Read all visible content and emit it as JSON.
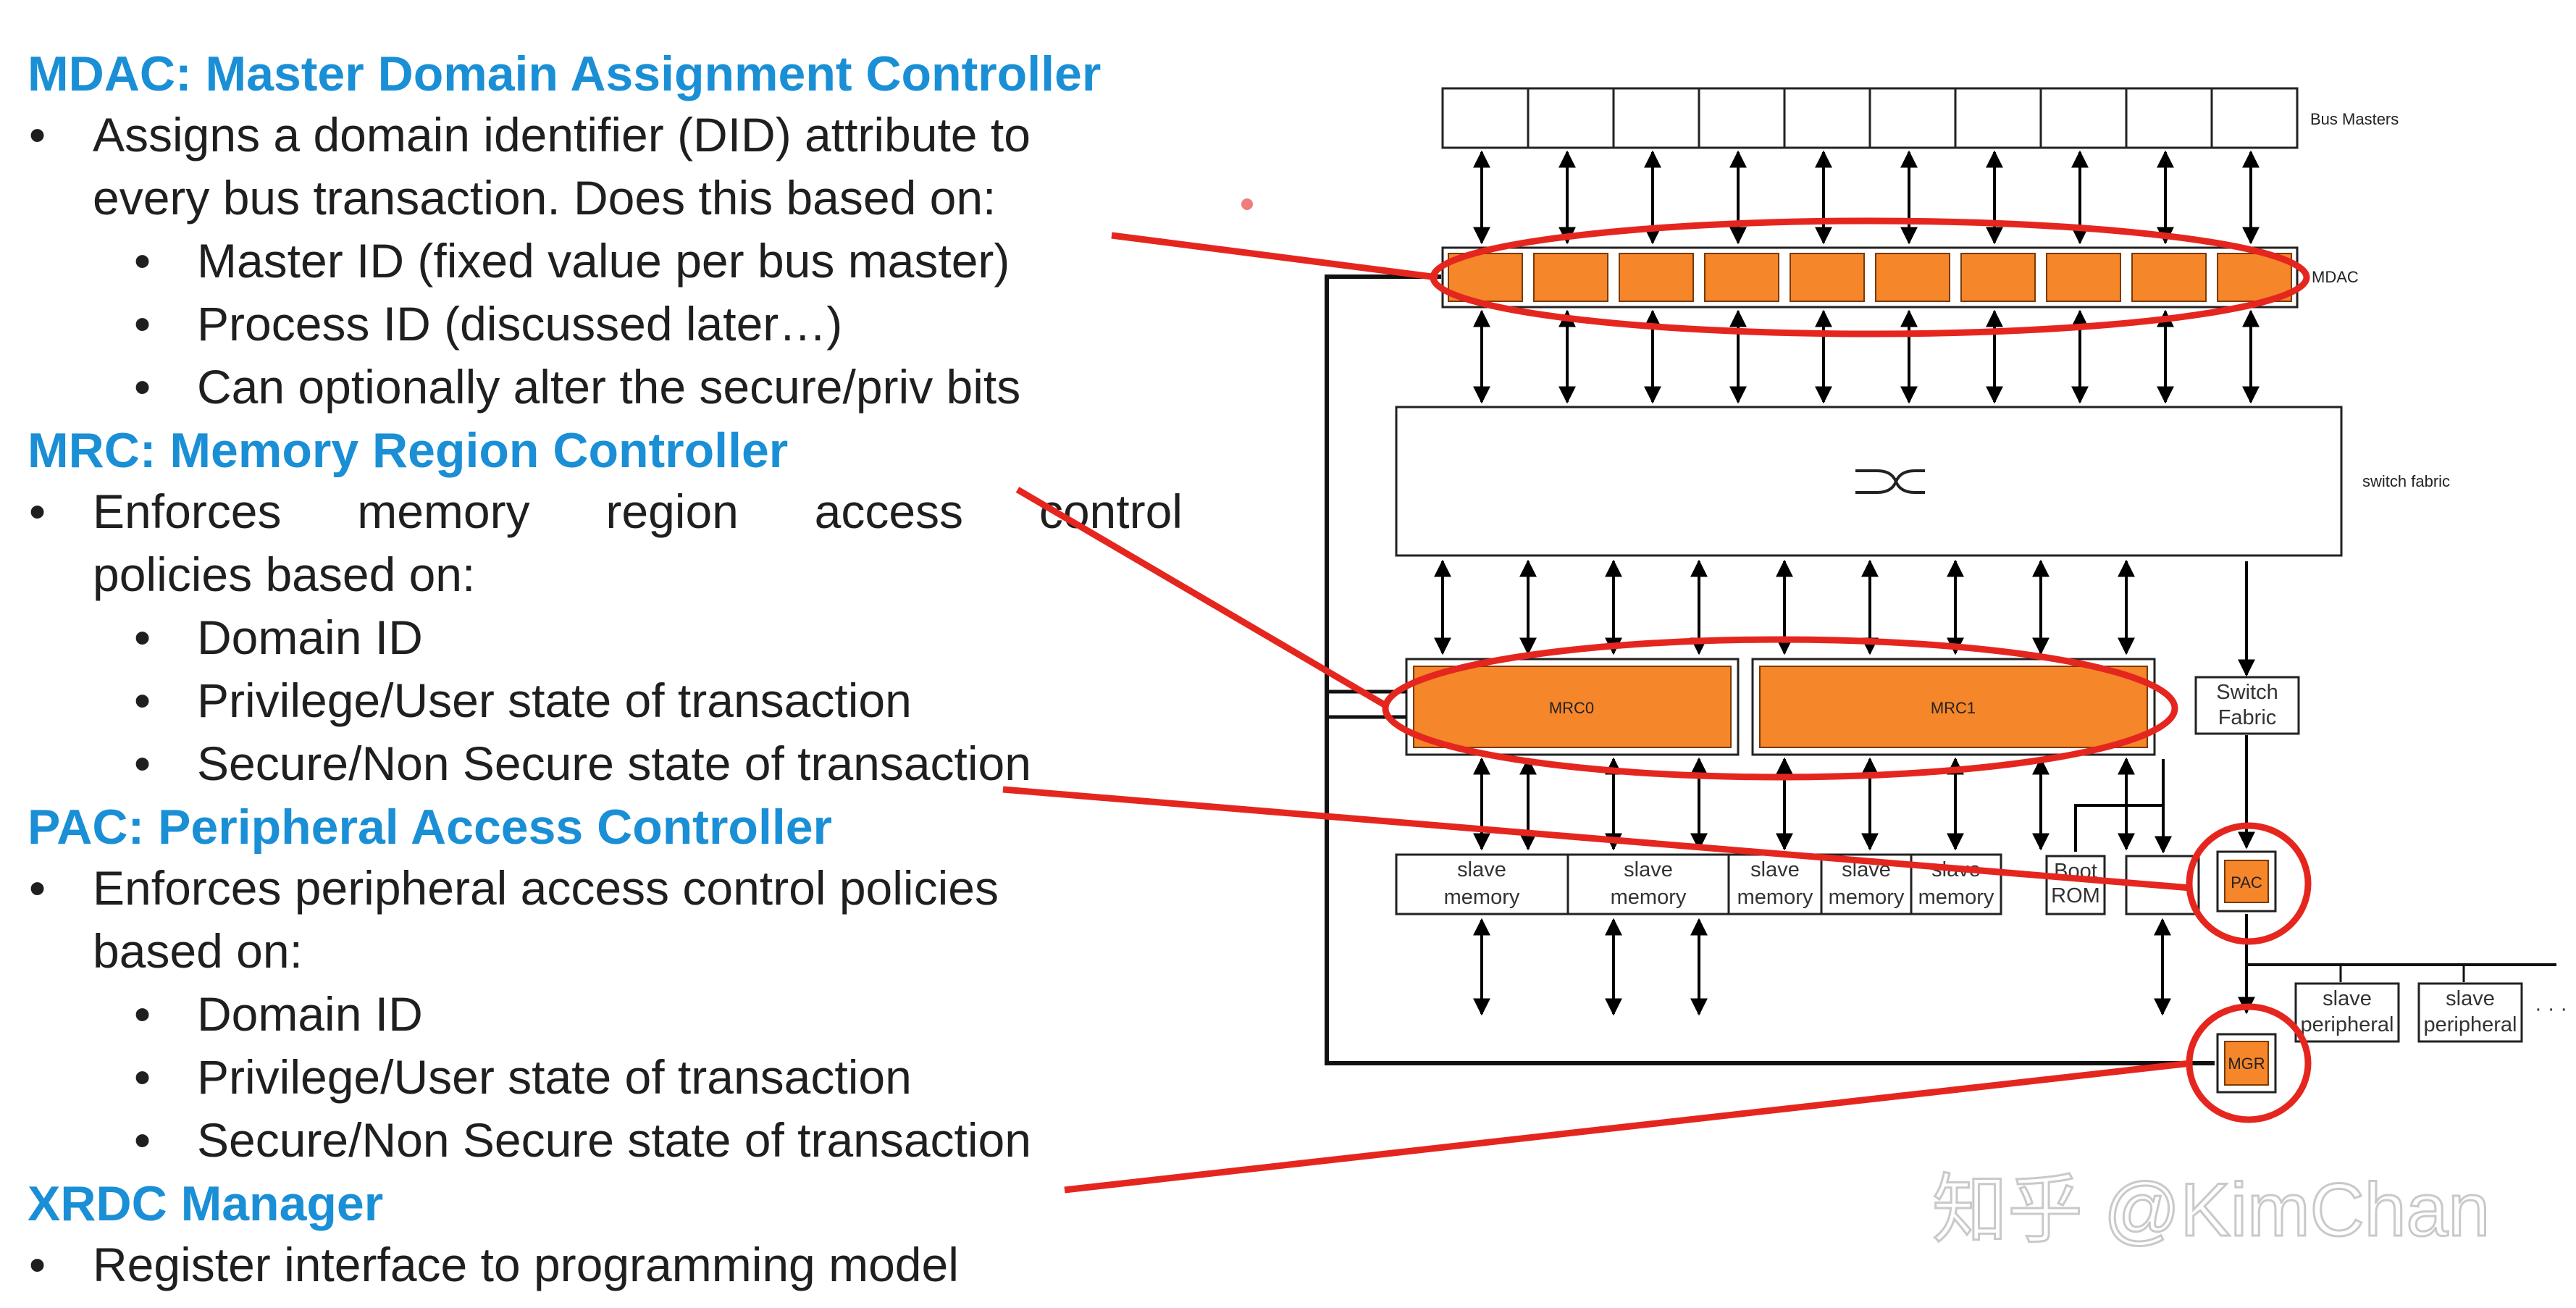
{
  "sections": {
    "mdac": {
      "title": "MDAC: Master Domain Assignment Controller",
      "bullet_main": "Assigns a domain identifier (DID) attribute to",
      "bullet_main_cont": "every bus transaction. Does this based on:",
      "sub1": "Master ID (fixed value per bus master)",
      "sub2": "Process ID (discussed later…)",
      "sub3": "Can optionally alter the secure/priv bits"
    },
    "mrc": {
      "title": "MRC: Memory Region Controller",
      "bullet_words": [
        "Enforces",
        "memory",
        "region",
        "access",
        "control"
      ],
      "bullet_cont": "policies based on:",
      "sub1": "Domain ID",
      "sub2": "Privilege/User state of transaction",
      "sub3": "Secure/Non Secure state of transaction"
    },
    "pac": {
      "title": "PAC: Peripheral Access Controller",
      "bullet_main": "Enforces peripheral access control policies",
      "bullet_cont": "based on:",
      "sub1": "Domain ID",
      "sub2": "Privilege/User state of transaction",
      "sub3": "Secure/Non Secure state of transaction"
    },
    "xrdc": {
      "title": "XRDC Manager",
      "bullet_main": "Register interface to programming model"
    }
  },
  "bullet_chars": {
    "main": "•",
    "sub": "•"
  },
  "diagram": {
    "labels": {
      "bus_masters": "Bus Masters",
      "mdac": "MDAC",
      "switch_fabric": "switch fabric",
      "mrc0": "MRC0",
      "mrc1": "MRC1",
      "switch_fabric_box_line1": "Switch",
      "switch_fabric_box_line2": "Fabric",
      "pac": "PAC",
      "mgr": "MGR",
      "slave_memory_line1": "slave",
      "slave_memory_line2": "memory",
      "boot_rom_line1": "Boot",
      "boot_rom_line2": "ROM",
      "slave_peripheral_line1": "slave",
      "slave_peripheral_line2": "peripheral",
      "ellipsis": "· · ·"
    },
    "colors": {
      "controller_fill": "#f5862a",
      "highlight_red": "#e5261f",
      "title_blue": "#1a8fd6"
    }
  },
  "watermark": "知乎 @KimChan"
}
